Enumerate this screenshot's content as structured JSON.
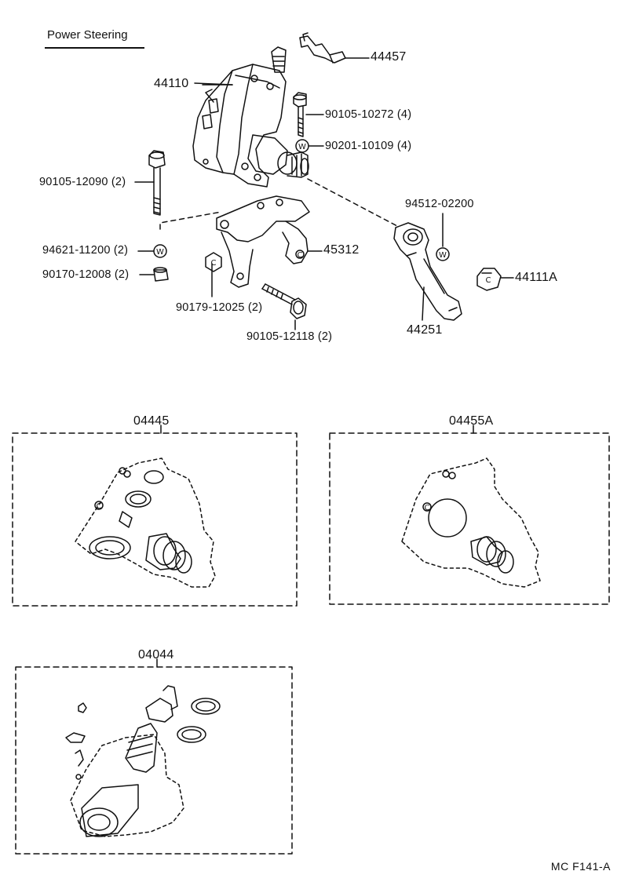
{
  "title": "Power Steering",
  "parts": {
    "p44457": "44457",
    "p44110": "44110",
    "p90105_10272": "90105-10272 (4)",
    "p90201_10109": "90201-10109 (4)",
    "p90105_12090": "90105-12090 (2)",
    "p94512_02200": "94512-02200",
    "p94621_11200": "94621-11200 (2)",
    "p45312": "45312",
    "p90170_12008": "90170-12008 (2)",
    "p44111A": "44111A",
    "p90179_12025": "90179-12025 (2)",
    "p44251": "44251",
    "p90105_12118": "90105-12118 (2)"
  },
  "kits": {
    "k04445": "04445",
    "k04455A": "04455A",
    "k04044": "04044"
  },
  "symbols": {
    "washer": "W",
    "nut": "C"
  },
  "footer": "MC  F141-A"
}
